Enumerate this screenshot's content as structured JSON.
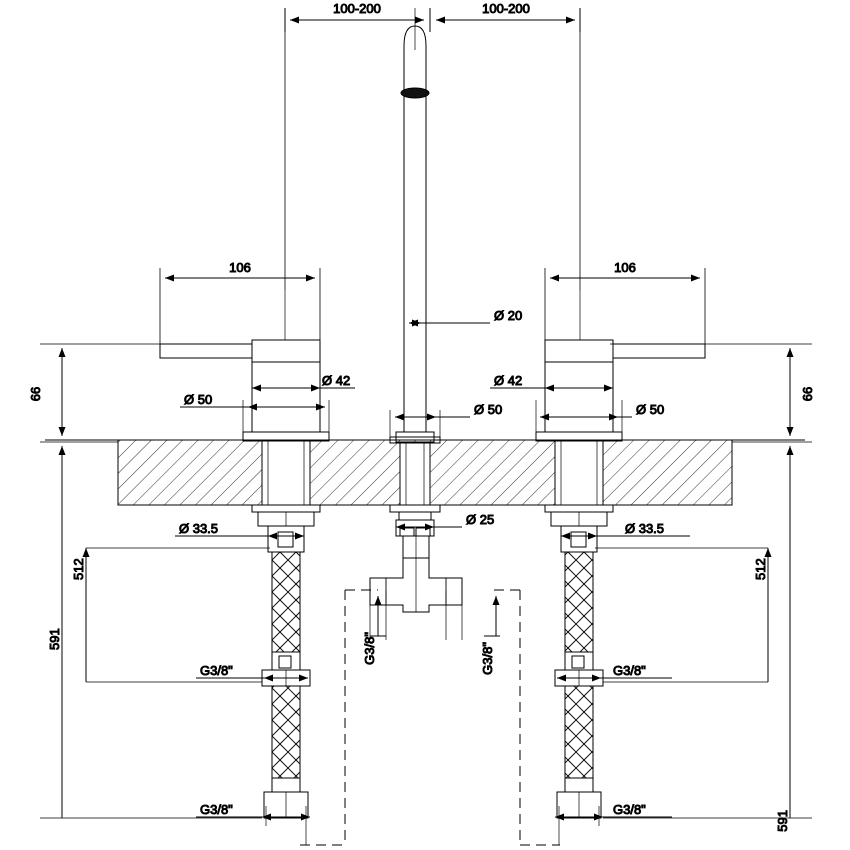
{
  "drawing": {
    "title": "Three-hole basin mixer tap - technical dimension drawing",
    "type": "orthographic-section-drawing",
    "units": "mm",
    "line_color": "#000000",
    "background_color": "#ffffff"
  },
  "dimensions": {
    "top_left_spacing": "100-200",
    "top_right_spacing": "100-200",
    "handle_left_reach": "106",
    "handle_right_reach": "106",
    "spout_diameter": "Ø 20",
    "handle_left_cap_diameter": "Ø 42",
    "handle_left_base_diameter": "Ø 50",
    "spout_base_diameter": "Ø 50",
    "handle_right_cap_diameter": "Ø 42",
    "handle_right_base_diameter": "Ø 50",
    "shank_left_diameter": "Ø 33.5",
    "shank_right_diameter": "Ø 33.5",
    "spout_shank_diameter": "Ø 25",
    "height_above_deck_left": "66",
    "height_above_deck_right": "66",
    "length_below_deck_left": "512",
    "length_below_deck_right": "512",
    "total_below_deck_left": "591",
    "total_below_deck_right": "591",
    "thread_center_left": "G3/8\"",
    "thread_center_right": "G3/8\"",
    "thread_left_mid": "G3/8\"",
    "thread_right_mid": "G3/8\"",
    "thread_left_bottom": "G3/8\"",
    "thread_right_bottom": "G3/8\""
  }
}
